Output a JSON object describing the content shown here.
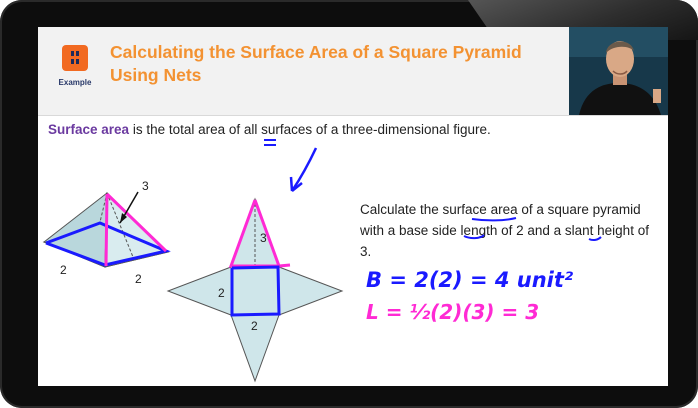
{
  "header": {
    "badge_label": "Example",
    "title": "Calculating the Surface Area of a Square Pyramid Using Nets"
  },
  "definition": {
    "term": "Surface area",
    "rest": " is the total area of all surfaces of a three-dimensional figure."
  },
  "problem": {
    "text": "Calculate the surface area of a square pyramid with a base side length of 2 and a slant height of 3."
  },
  "figure_labels": {
    "pyramid_slant": "3",
    "pyramid_side_left": "2",
    "pyramid_side_right": "2",
    "net_slant": "3",
    "net_side_left": "2",
    "net_side_bottom": "2"
  },
  "handwriting": {
    "line1": "B = 2(2) = 4 unit²",
    "line2": "L = ½(2)(3) = 3"
  },
  "colors": {
    "title": "#f39232",
    "term": "#6b3aa0",
    "face_fill": "#cfe6ea",
    "ink_blue": "#1a1aff",
    "ink_magenta": "#ff2ad4"
  }
}
